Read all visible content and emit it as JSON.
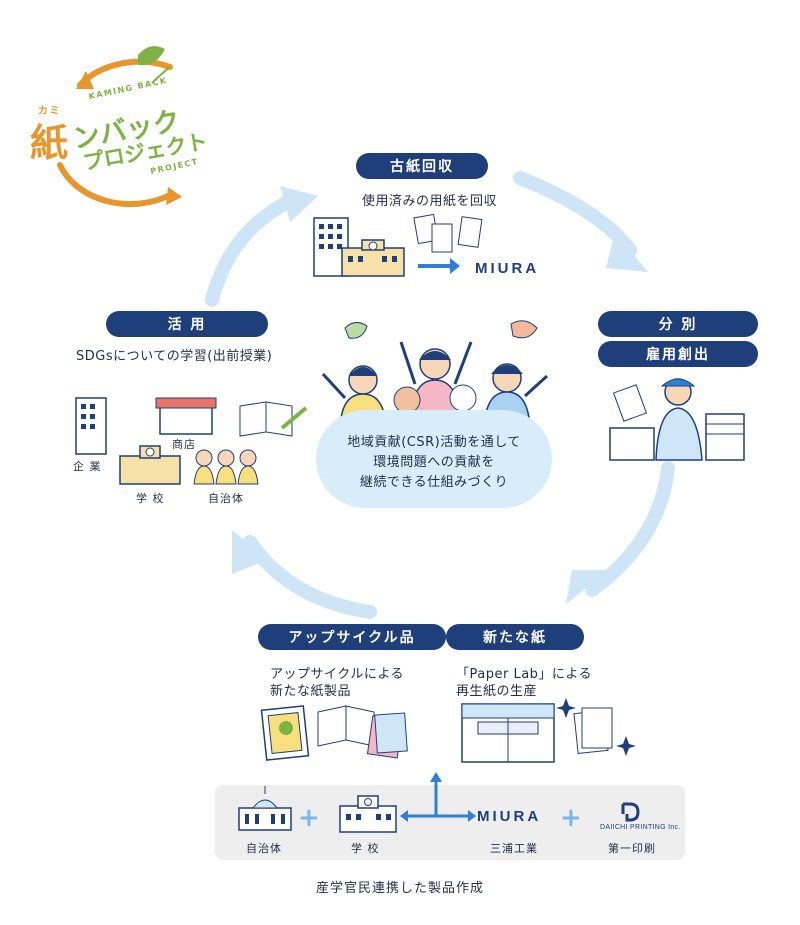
{
  "logo": {
    "kanji": "紙",
    "kana_small": "カミ",
    "line1": "ンバック",
    "line2": "プロジェクト",
    "en_top": "KAMING BACK",
    "en_bottom": "PROJECT"
  },
  "steps": {
    "collect": {
      "title": "古紙回収",
      "desc": "使用済みの用紙を回収",
      "brand": "MIURA"
    },
    "sort": {
      "title": "分 別",
      "title2": "雇用創出"
    },
    "newpaper": {
      "title": "新たな紙",
      "desc1": "「Paper Lab」による",
      "desc2": "再生紙の生産"
    },
    "upcycle": {
      "title": "アップサイクル品",
      "desc1": "アップサイクルによる",
      "desc2": "新たな紙製品"
    },
    "use": {
      "title": "活 用",
      "desc": "SDGsについての学習(出前授業)",
      "labels": {
        "company": "企 業",
        "shop": "商店",
        "school": "学 校",
        "municipality": "自治体"
      }
    }
  },
  "center": {
    "line1": "地域貢献(CSR)活動を通して",
    "line2": "環境問題への貢献を",
    "line3": "継続できる仕組みづくり"
  },
  "partners": {
    "items": [
      {
        "label": "自治体"
      },
      {
        "label": "学 校"
      },
      {
        "label": "三浦工業",
        "brand": "MIURA"
      },
      {
        "label": "第一印刷",
        "brand": "DAIICHI PRINTING Inc."
      }
    ],
    "caption": "産学官民連携した製品作成"
  },
  "colors": {
    "navy": "#1f3f7a",
    "arrow": "#cde5f7",
    "bubble": "#d9ecfa",
    "logo_orange": "#e8962b",
    "logo_green": "#7cb342"
  }
}
